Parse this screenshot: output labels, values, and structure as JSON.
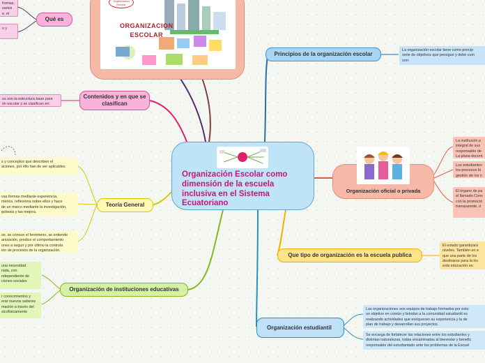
{
  "central": {
    "title": "Organización Escolar como dimensión de la escuela inclusiva en el Sistema Ecuatoriano"
  },
  "image_card": {
    "title_line1": "ORGANIZACION",
    "title_line2": "ESCOLAR",
    "badge": "Organización Escolar"
  },
  "branches": {
    "que_es": "Qué es",
    "contenidos": "Contenidos y en que se clasifican",
    "teoria": "Teoría General",
    "instituciones": "Organización de instituciones educativas",
    "principios": "Principios de la organización escolar",
    "oficial": "Organización oficial o privada",
    "tipo": "Que tipo de organización es  la escuela publica",
    "estudiantil": "Organización estudiantil"
  },
  "notes": {
    "que_es_1": "formas,\nsarios\ne, el",
    "que_es_2": "o y",
    "contenidos": "os son la estructura base para\nón escolar y se clasifican en:",
    "teoria_1": "s y conceptos que describen el\naciones, por ello han de ser aplicables",
    "teoria_2": "vas formas mediante experiencia,\nmenos, reflexiona sobre ellos y hace\nde un marco mediante la investigación,\nipótesis y las mejora.",
    "teoria_3": "se, se conoce el fenómeno, se entiende\nanización, predice el comportamiento\nones a seguir y por último la controla\nión de procesos de la organización.",
    "inst_1": "una necesidad\nrada, con\nndependiente de\nciones sociales",
    "inst_2": "r conocimientos y\nerar nuevos saberes\nmación a través del\nsicofísicamente",
    "principios": "La organización escolar tiene como princip\nserie de objetivos que persigue y debe cum\nson:",
    "oficial_1": "La institución p\nintegral de sus\nresponsable de\nLa plana docent",
    "oficial_2": "Los estudiantes\nlos procesos bi\ngestión de los n",
    "oficial_3": "El órgano de pa\nel llamado Cons\ncon la promoció\ntransparente, é",
    "tipo": "El estado garantizará\nniveles. También en e\nque una parte de los\ndestinarse para la inv\nesta educación es:",
    "estudiantil_1": "Las organizaciones son equipos de trabajo formados por estu\nun objetivo en común y brindan a la comunidad estudiantil es\nrealizando actividades que enriquecen su experiencia y la de\nplan de trabajo y desarrollan sus proyectos.",
    "estudiantil_2": "Se encarga de fortalecer las relaciones entre los estudiantes y\ndistintas naturalezas, todas encaminadas al bienestar y benefic\nresponsable del estudiantado ante los problemas de la Escuel"
  },
  "colors": {
    "central_fill": "#bfe3f7",
    "pink": "#f9b2dc",
    "yellow": "#fff9b8",
    "green": "#d6f0a6",
    "blue": "#a9d4f3",
    "salmon": "#f6b9a8",
    "orange_line": "#f0b000",
    "green_line": "#88b51c"
  }
}
